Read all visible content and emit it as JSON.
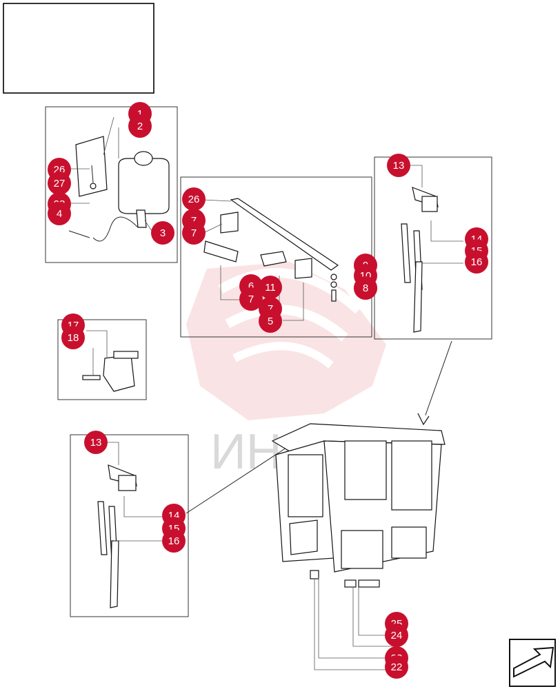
{
  "colors": {
    "callout_fill": "#c8102e",
    "watermark": "#f2c7c9",
    "line": "#222222"
  },
  "watermark": {
    "text": "ИНЕ"
  },
  "nav_icon": "arrow-next-icon",
  "callouts": {
    "p1_a": "1",
    "p1_b": "2",
    "p1_c": "26",
    "p1_d": "27",
    "p1_e": "28",
    "p1_f": "4",
    "p1_g": "3",
    "p2_a": "26",
    "p2_b": "7",
    "p2_c": "7",
    "p2_d": "6",
    "p2_e": "11",
    "p2_f": "7",
    "p2_g": "7",
    "p2_h": "9",
    "p2_i": "10",
    "p2_j": "9",
    "p2_k": "8",
    "p2_l": "5",
    "p3_a": "13",
    "p3_b": "14",
    "p3_c": "15",
    "p3_d": "16",
    "p4_a": "17",
    "p4_b": "18",
    "p5_a": "13",
    "p5_b": "14",
    "p5_c": "15",
    "p5_d": "16",
    "p6_a": "25",
    "p6_b": "24",
    "p6_c": "23",
    "p6_d": "22"
  }
}
